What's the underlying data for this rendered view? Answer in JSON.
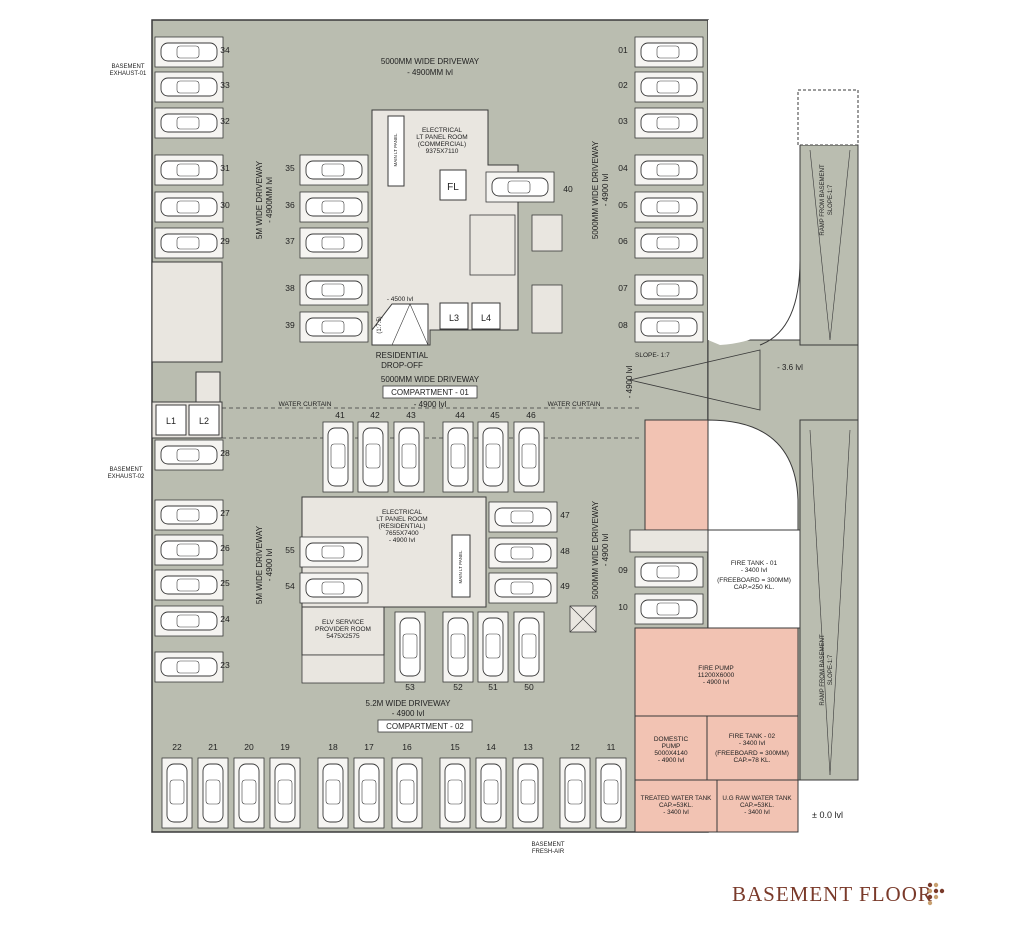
{
  "title": "BASEMENT FLOOR",
  "colors": {
    "floor": "#babdb0",
    "room": "#e9e6e0",
    "pink": "#f2c3b3",
    "car_bg": "#f5f4f1",
    "outline": "#3a3a3a",
    "brand": "#7a3a2a"
  },
  "labels": {
    "driveway_top": "5000MM WIDE DRIVEWAY",
    "driveway_top_lvl": "- 4900MM lvl",
    "driveway_left_top": "5M WIDE DRIVEWAY",
    "driveway_left_top_lvl": "- 4900MM lvl",
    "driveway_right_top": "5000MM WIDE DRIVEWAY",
    "driveway_right_top_lvl": "- 4900 lvl",
    "driveway_mid": "5000MM WIDE DRIVEWAY",
    "compartment1": "COMPARTMENT - 01",
    "compartment1_lvl": "- 4900 lvl",
    "driveway_left_bottom": "5M WIDE DRIVEWAY",
    "driveway_left_bottom_lvl": "- 4900 lvl",
    "driveway_right_bottom": "5000MM WIDE DRIVEWAY",
    "driveway_right_bottom_lvl": "- 4900 lvl",
    "driveway_bottom": "5.2M WIDE DRIVEWAY",
    "driveway_bottom_lvl": "- 4900 lvl",
    "compartment2": "COMPARTMENT - 02",
    "right_vertical": "- 4900 lvl",
    "slope": "SLOPE- 1:7",
    "ramp_lvl": "- 3.6 lvl",
    "ramp_top_1": "RAMP FROM BASEMENT",
    "ramp_top_2": "SLOPE-1:7",
    "ramp_bottom_1": "RAMP FROM BASEMENT",
    "ramp_bottom_2": "SLOPE-1:7",
    "ground_lvl": "± 0.0 lvl",
    "exhaust1_1": "BASEMENT",
    "exhaust1_2": "EXHAUST-01",
    "exhaust2_1": "BASEMENT",
    "exhaust2_2": "EXHAUST-02",
    "fresh_1": "BASEMENT",
    "fresh_2": "FRESH-AIR",
    "water_curtain_l": "WATER CURTAIN",
    "water_curtain_r": "WATER CURTAIN",
    "elec_c_1": "ELECTRICAL",
    "elec_c_2": "LT PANEL ROOM",
    "elec_c_3": "(COMMERCIAL)",
    "elec_c_4": "9375X7110",
    "main_lt_panel": "MAIN LT PANEL",
    "fl": "FL",
    "lvl_4500": "- 4500 lvl",
    "res_dropoff_1": "RESIDENTIAL",
    "res_dropoff_2": "DROP-OFF",
    "ramp_ratio": "(1:7.5)",
    "l3": "L3",
    "l4": "L4",
    "l1": "L1",
    "l2": "L2",
    "elec_r_1": "ELECTRICAL",
    "elec_r_2": "LT PANEL ROOM",
    "elec_r_3": "(RESIDENTIAL)",
    "elec_r_4": "7655X7400",
    "elec_r_5": "- 4900 lvl",
    "main_lt_panel2": "MAIN LT PANEL",
    "elv_1": "ELV SERVICE",
    "elv_2": "PROVIDER ROOM",
    "elv_3": "5475X2575",
    "fire_tank1_1": "FIRE TANK - 01",
    "fire_tank1_2": "- 3400 lvl",
    "fire_tank1_3": "(FREEBOARD = 300MM)",
    "fire_tank1_4": "CAP.=250 KL.",
    "fire_pump_1": "FIRE PUMP",
    "fire_pump_2": "11200X6000",
    "fire_pump_3": "- 4900 lvl",
    "domestic_1": "DOMESTIC",
    "domestic_2": "PUMP",
    "domestic_3": "5000X4140",
    "domestic_4": "- 4900 lvl",
    "fire_tank2_1": "FIRE TANK - 02",
    "fire_tank2_2": "- 3400 lvl",
    "fire_tank2_3": "(FREEBOARD = 300MM)",
    "fire_tank2_4": "CAP.=78 KL.",
    "treated_1": "TREATED WATER TANK",
    "treated_2": "CAP.=53KL.",
    "treated_3": "- 3400 lvl",
    "raw_1": "U.G RAW WATER TANK",
    "raw_2": "CAP.=53KL.",
    "raw_3": "- 3400 lvl"
  },
  "parking": [
    {
      "id": "34"
    },
    {
      "id": "33"
    },
    {
      "id": "32"
    },
    {
      "id": "31"
    },
    {
      "id": "30"
    },
    {
      "id": "29"
    },
    {
      "id": "28"
    },
    {
      "id": "27"
    },
    {
      "id": "26"
    },
    {
      "id": "25"
    },
    {
      "id": "24"
    },
    {
      "id": "23"
    },
    {
      "id": "01"
    },
    {
      "id": "02"
    },
    {
      "id": "03"
    },
    {
      "id": "04"
    },
    {
      "id": "05"
    },
    {
      "id": "06"
    },
    {
      "id": "07"
    },
    {
      "id": "08"
    },
    {
      "id": "35"
    },
    {
      "id": "36"
    },
    {
      "id": "37"
    },
    {
      "id": "38"
    },
    {
      "id": "39"
    },
    {
      "id": "40"
    },
    {
      "id": "41"
    },
    {
      "id": "42"
    },
    {
      "id": "43"
    },
    {
      "id": "44"
    },
    {
      "id": "45"
    },
    {
      "id": "46"
    },
    {
      "id": "47"
    },
    {
      "id": "48"
    },
    {
      "id": "49"
    },
    {
      "id": "55"
    },
    {
      "id": "54"
    },
    {
      "id": "53"
    },
    {
      "id": "52"
    },
    {
      "id": "51"
    },
    {
      "id": "50"
    },
    {
      "id": "09"
    },
    {
      "id": "10"
    },
    {
      "id": "22"
    },
    {
      "id": "21"
    },
    {
      "id": "20"
    },
    {
      "id": "19"
    },
    {
      "id": "18"
    },
    {
      "id": "17"
    },
    {
      "id": "16"
    },
    {
      "id": "15"
    },
    {
      "id": "14"
    },
    {
      "id": "13"
    },
    {
      "id": "12"
    },
    {
      "id": "11"
    }
  ]
}
